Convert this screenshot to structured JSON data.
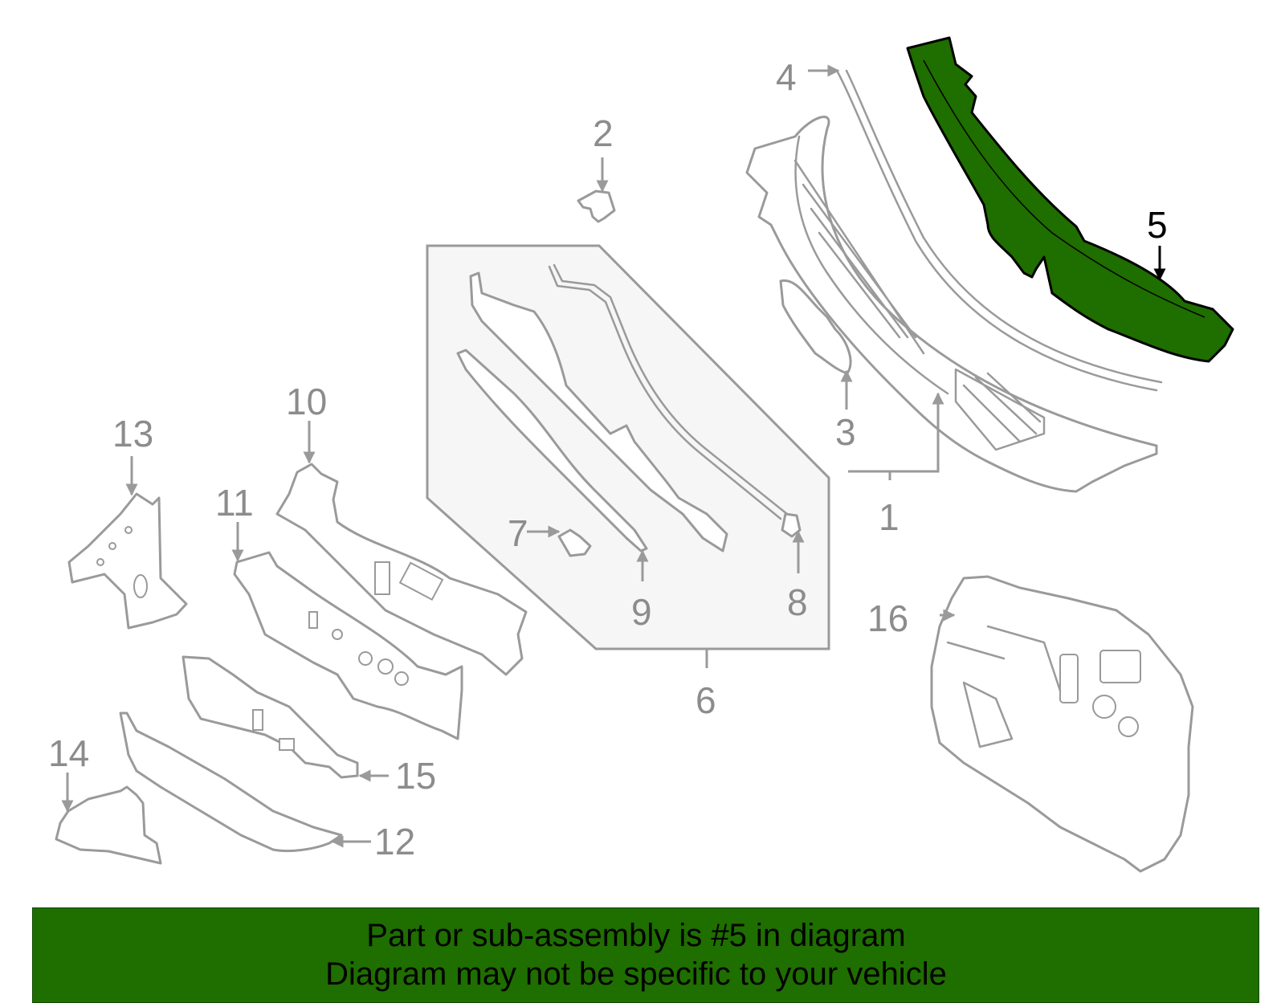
{
  "diagram": {
    "highlight_color": "#1f6e00",
    "callouts": [
      "1",
      "2",
      "3",
      "4",
      "5",
      "6",
      "7",
      "8",
      "9",
      "10",
      "11",
      "12",
      "13",
      "14",
      "15",
      "16"
    ],
    "highlighted_part": "5"
  },
  "banner": {
    "color": "#1f6e00",
    "line1": "Part or sub-assembly is #5 in diagram",
    "line2": "Diagram may not be specific to your vehicle"
  }
}
